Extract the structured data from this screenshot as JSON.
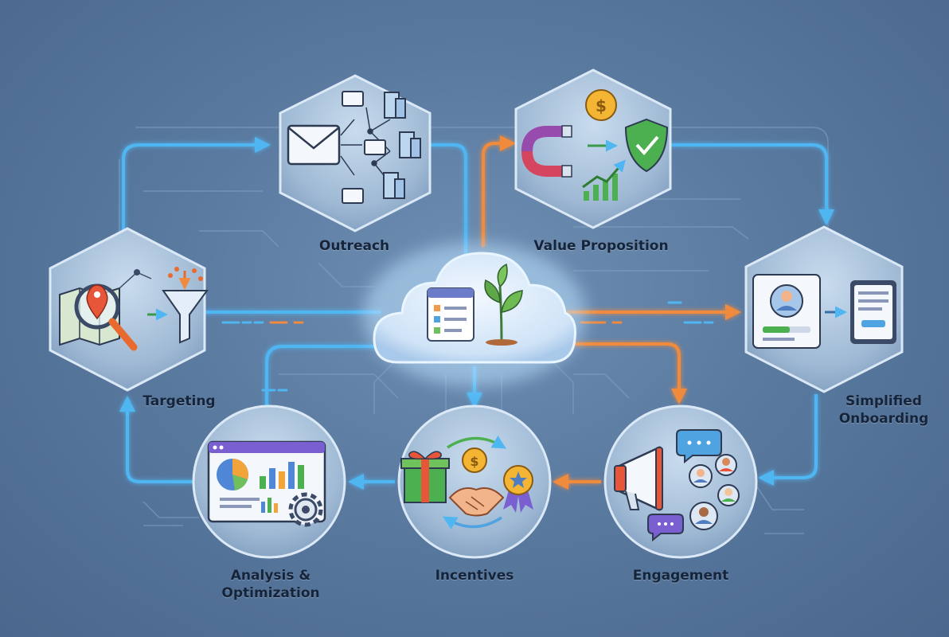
{
  "nodes": {
    "outreach": {
      "label": "Outreach"
    },
    "value_proposition": {
      "label": "Value Proposition"
    },
    "targeting": {
      "label": "Targeting"
    },
    "simplified_onboarding": {
      "label_line1": "Simplified",
      "label_line2": "Onboarding"
    },
    "analysis_optimization": {
      "label_line1": "Analysis &",
      "label_line2": "Optimization"
    },
    "incentives": {
      "label": "Incentives"
    },
    "engagement": {
      "label": "Engagement"
    }
  },
  "icons": {
    "outreach": [
      "envelope-icon",
      "building-icon",
      "network-icon"
    ],
    "value_proposition": [
      "magnet-icon",
      "coin-icon",
      "shield-check-icon",
      "growth-chart-icon"
    ],
    "targeting": [
      "map-icon",
      "location-pin-icon",
      "magnifier-icon",
      "funnel-icon"
    ],
    "hub": [
      "document-list-icon",
      "sprout-icon",
      "cloud-icon"
    ],
    "simplified_onboarding": [
      "profile-card-icon",
      "tablet-form-icon"
    ],
    "analysis_optimization": [
      "dashboard-icon",
      "pie-chart-icon",
      "bar-chart-icon",
      "gear-icon"
    ],
    "incentives": [
      "gift-icon",
      "coin-icon",
      "handshake-icon",
      "award-badge-icon"
    ],
    "engagement": [
      "megaphone-icon",
      "chat-bubble-icon",
      "avatar-icon"
    ]
  },
  "colors": {
    "blue_flow": "#4fb6f2",
    "orange_flow": "#f08a3e",
    "node_fill": "#9fb9d4",
    "label_text": "#16243a"
  }
}
